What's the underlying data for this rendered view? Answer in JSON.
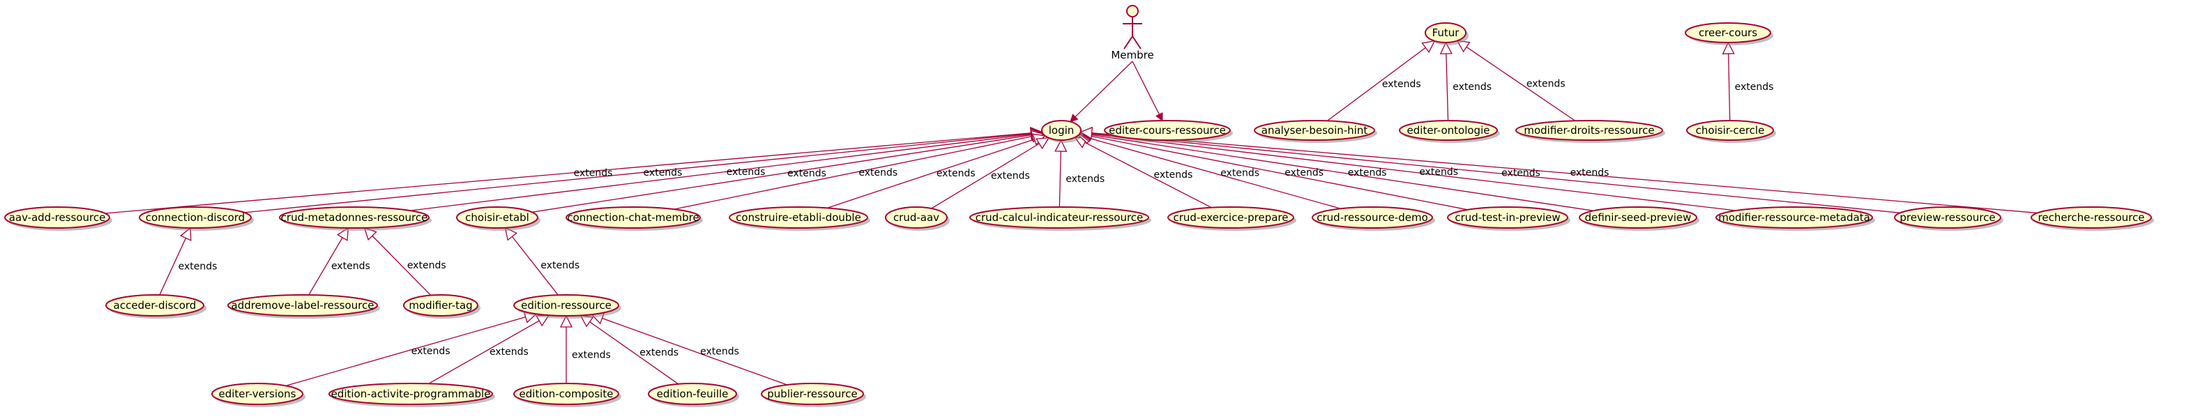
{
  "diagram": {
    "actors": [
      {
        "id": "membre",
        "label": "Membre"
      }
    ],
    "usecases": [
      {
        "id": "futur",
        "label": "Futur"
      },
      {
        "id": "creer_cours",
        "label": "creer-cours"
      },
      {
        "id": "login",
        "label": "login"
      },
      {
        "id": "editer_cours_ressource",
        "label": "editer-cours-ressource"
      },
      {
        "id": "analyser_besoin_hint",
        "label": "analyser-besoin-hint"
      },
      {
        "id": "editer_ontologie",
        "label": "editer-ontologie"
      },
      {
        "id": "modifier_droits_ressource",
        "label": "modifier-droits-ressource"
      },
      {
        "id": "choisir_cercle",
        "label": "choisir-cercle"
      },
      {
        "id": "aav_add_ressource",
        "label": "aav-add-ressource"
      },
      {
        "id": "connection_discord",
        "label": "connection-discord"
      },
      {
        "id": "crud_metadonnes_ressource",
        "label": "crud-metadonnes-ressource"
      },
      {
        "id": "choisir_etabl",
        "label": "choisir-etabl"
      },
      {
        "id": "connection_chat_membre",
        "label": "connection-chat-membre"
      },
      {
        "id": "construire_etabli_double",
        "label": "construire-etabli-double"
      },
      {
        "id": "crud_aav",
        "label": "crud-aav"
      },
      {
        "id": "crud_calcul_indicateur_ressource",
        "label": "crud-calcul-indicateur-ressource"
      },
      {
        "id": "crud_exercice_prepare",
        "label": "crud-exercice-prepare"
      },
      {
        "id": "crud_ressource_demo",
        "label": "crud-ressource-demo"
      },
      {
        "id": "crud_test_in_preview",
        "label": "crud-test-in-preview"
      },
      {
        "id": "definir_seed_preview",
        "label": "definir-seed-preview"
      },
      {
        "id": "modifier_ressource_metadata",
        "label": "modifier-ressource-metadata"
      },
      {
        "id": "preview_ressource",
        "label": "preview-ressource"
      },
      {
        "id": "recherche_ressource",
        "label": "recherche-ressource"
      },
      {
        "id": "acceder_discord",
        "label": "acceder-discord"
      },
      {
        "id": "addremove_label_ressource",
        "label": "addremove-label-ressource"
      },
      {
        "id": "modifier_tag",
        "label": "modifier-tag"
      },
      {
        "id": "edition_ressource",
        "label": "edition-ressource"
      },
      {
        "id": "editer_versions",
        "label": "editer-versions"
      },
      {
        "id": "edition_activite_programmable",
        "label": "edition-activite-programmable"
      },
      {
        "id": "edition_composite",
        "label": "edition-composite"
      },
      {
        "id": "edition_feuille",
        "label": "edition-feuille"
      },
      {
        "id": "publier_ressource",
        "label": "publier-ressource"
      }
    ],
    "associations": [
      {
        "from": "membre",
        "to": "login",
        "label": ""
      },
      {
        "from": "membre",
        "to": "editer_cours_ressource",
        "label": ""
      }
    ],
    "generalizations": [
      {
        "from": "analyser_besoin_hint",
        "to": "futur",
        "label": "extends"
      },
      {
        "from": "editer_ontologie",
        "to": "futur",
        "label": "extends"
      },
      {
        "from": "modifier_droits_ressource",
        "to": "futur",
        "label": "extends"
      },
      {
        "from": "choisir_cercle",
        "to": "creer_cours",
        "label": "extends"
      },
      {
        "from": "aav_add_ressource",
        "to": "login",
        "label": "extends"
      },
      {
        "from": "connection_discord",
        "to": "login",
        "label": "extends"
      },
      {
        "from": "crud_metadonnes_ressource",
        "to": "login",
        "label": "extends"
      },
      {
        "from": "choisir_etabl",
        "to": "login",
        "label": "extends"
      },
      {
        "from": "connection_chat_membre",
        "to": "login",
        "label": "extends"
      },
      {
        "from": "construire_etabli_double",
        "to": "login",
        "label": "extends"
      },
      {
        "from": "crud_aav",
        "to": "login",
        "label": "extends"
      },
      {
        "from": "crud_calcul_indicateur_ressource",
        "to": "login",
        "label": "extends"
      },
      {
        "from": "crud_exercice_prepare",
        "to": "login",
        "label": "extends"
      },
      {
        "from": "crud_ressource_demo",
        "to": "login",
        "label": "extends"
      },
      {
        "from": "crud_test_in_preview",
        "to": "login",
        "label": "extends"
      },
      {
        "from": "definir_seed_preview",
        "to": "login",
        "label": "extends"
      },
      {
        "from": "modifier_ressource_metadata",
        "to": "login",
        "label": "extends"
      },
      {
        "from": "preview_ressource",
        "to": "login",
        "label": "extends"
      },
      {
        "from": "recherche_ressource",
        "to": "login",
        "label": "extends"
      },
      {
        "from": "acceder_discord",
        "to": "connection_discord",
        "label": "extends"
      },
      {
        "from": "addremove_label_ressource",
        "to": "crud_metadonnes_ressource",
        "label": "extends"
      },
      {
        "from": "modifier_tag",
        "to": "crud_metadonnes_ressource",
        "label": "extends"
      },
      {
        "from": "edition_ressource",
        "to": "choisir_etabl",
        "label": "extends"
      },
      {
        "from": "editer_versions",
        "to": "edition_ressource",
        "label": "extends"
      },
      {
        "from": "edition_activite_programmable",
        "to": "edition_ressource",
        "label": "extends"
      },
      {
        "from": "edition_composite",
        "to": "edition_ressource",
        "label": "extends"
      },
      {
        "from": "edition_feuille",
        "to": "edition_ressource",
        "label": "extends"
      },
      {
        "from": "publier_ressource",
        "to": "edition_ressource",
        "label": "extends"
      }
    ]
  },
  "colors": {
    "node_fill": "#fefece",
    "border": "#a80036",
    "text": "#000000",
    "background": "#ffffff"
  }
}
